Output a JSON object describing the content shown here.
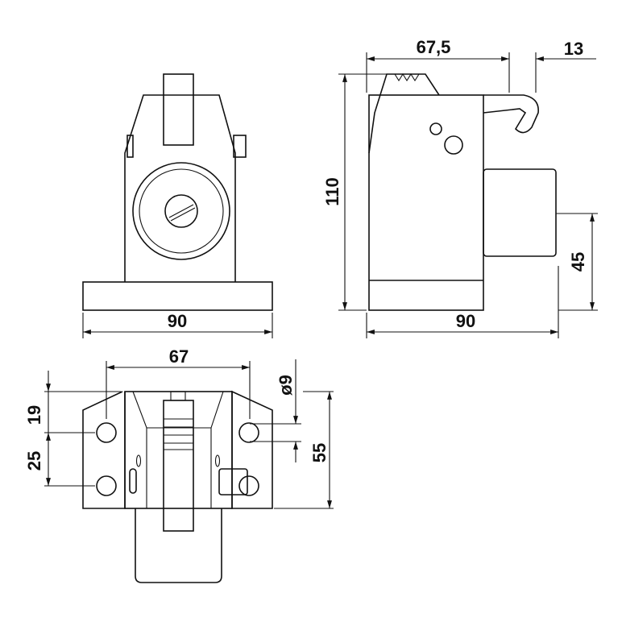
{
  "drawing": {
    "front_view": {
      "width_label": "90"
    },
    "side_view": {
      "depth_label": "67,5",
      "hook_label": "13",
      "height_label": "110",
      "pin_height_label": "45",
      "width_label": "90"
    },
    "bottom_view": {
      "hole_spacing_label": "67",
      "edge_offset_label": "19",
      "hole_pitch_label": "25",
      "hole_diameter_label": "ø9",
      "depth_label": "55"
    },
    "colors": {
      "line": "#111111",
      "background": "#ffffff"
    }
  }
}
